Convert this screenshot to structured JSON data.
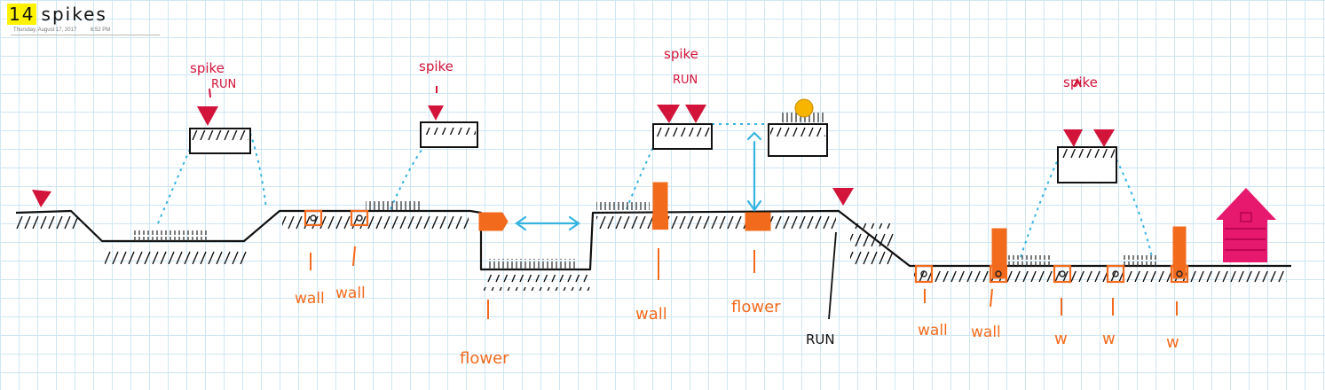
{
  "title": {
    "number": "14",
    "word": "spikes"
  },
  "meta": {
    "date": "Thursday, August 17, 2017",
    "time": "6:52 PM"
  },
  "labels": {
    "spike_run_1a": "spike",
    "spike_run_1b": "RUN",
    "spike_2": "spike",
    "spike_run_3a": "spike",
    "spike_run_3b": "RUN",
    "spike_4": "spike",
    "wall_1": "wall",
    "wall_2": "wall",
    "flower_1": "flower",
    "wall_3": "wall",
    "flower_2": "flower",
    "run": "RUN",
    "wall_4": "wall",
    "wall_5": "wall",
    "w_1": "w",
    "w_2": "w",
    "w_3": "w"
  },
  "colors": {
    "ink": "#111111",
    "spike": "#d2143a",
    "block": "#f26b1d",
    "path": "#36b4e0",
    "coin": "#f7b500",
    "house": "#e6196e"
  }
}
